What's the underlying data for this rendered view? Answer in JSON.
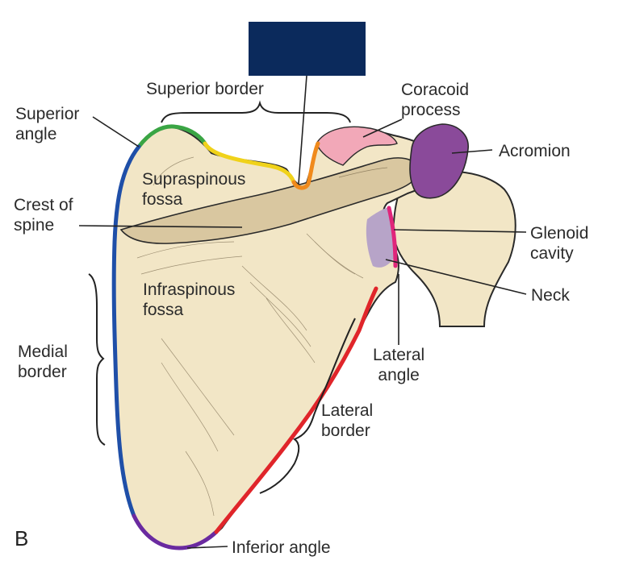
{
  "figure_letter": "B",
  "colors": {
    "bone": "#f2e6c6",
    "bone_shadow": "#d9c7a0",
    "outline": "#2a2a2a",
    "label_box": "#0b2a5c",
    "superior_angle": "#3aa544",
    "superior_border": "#f0d21a",
    "suprascapular_notch": "#f08a1c",
    "medial_border": "#1f4fa8",
    "inferior_angle": "#6a2aa0",
    "lateral_border": "#e0252a",
    "glenoid_cavity": "#e0257a",
    "coracoid_process": "#f2a8b8",
    "acromion": "#8a4a9a",
    "neck": "#b7a4c8"
  },
  "labels": {
    "superior_angle": [
      "Superior",
      "angle"
    ],
    "superior_border": "Superior border",
    "coracoid_process": [
      "Coracoid",
      "process"
    ],
    "acromion": "Acromion",
    "supraspinous_fossa": [
      "Supraspinous",
      "fossa"
    ],
    "crest_of_spine": [
      "Crest of",
      "spine"
    ],
    "glenoid_cavity": [
      "Glenoid",
      "cavity"
    ],
    "infraspinous_fossa": [
      "Infraspinous",
      "fossa"
    ],
    "neck": "Neck",
    "medial_border": [
      "Medial",
      "border"
    ],
    "lateral_angle": [
      "Lateral",
      "angle"
    ],
    "lateral_border": [
      "Lateral",
      "border"
    ],
    "inferior_angle": "Inferior angle"
  }
}
